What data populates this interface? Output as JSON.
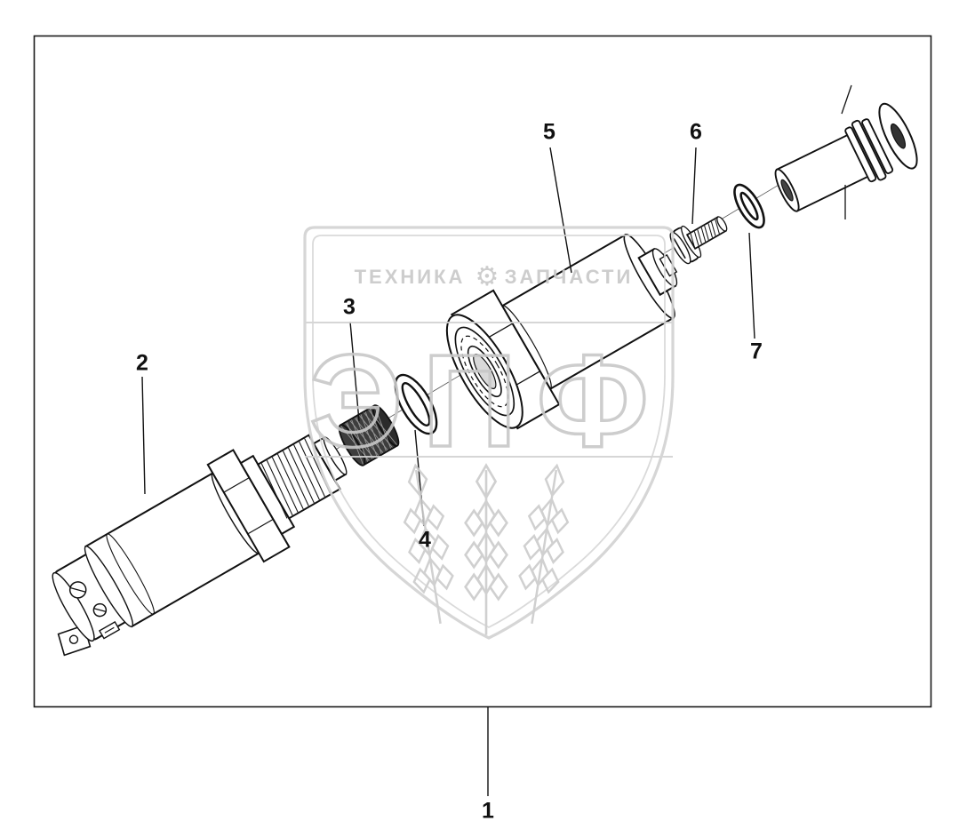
{
  "watermark": {
    "top_left_text": "ТЕХНИКА",
    "top_right_text": "ЗАПЧАСТИ",
    "gear_icon": "⚙",
    "logo_text": "ЭПФ"
  },
  "part_labels": {
    "1": "1",
    "2": "2",
    "3": "3",
    "4": "4",
    "5": "5",
    "6": "6",
    "7": "7"
  },
  "colors": {
    "line": "#111111",
    "watermark": "#c9c9c9",
    "background": "#ffffff"
  }
}
